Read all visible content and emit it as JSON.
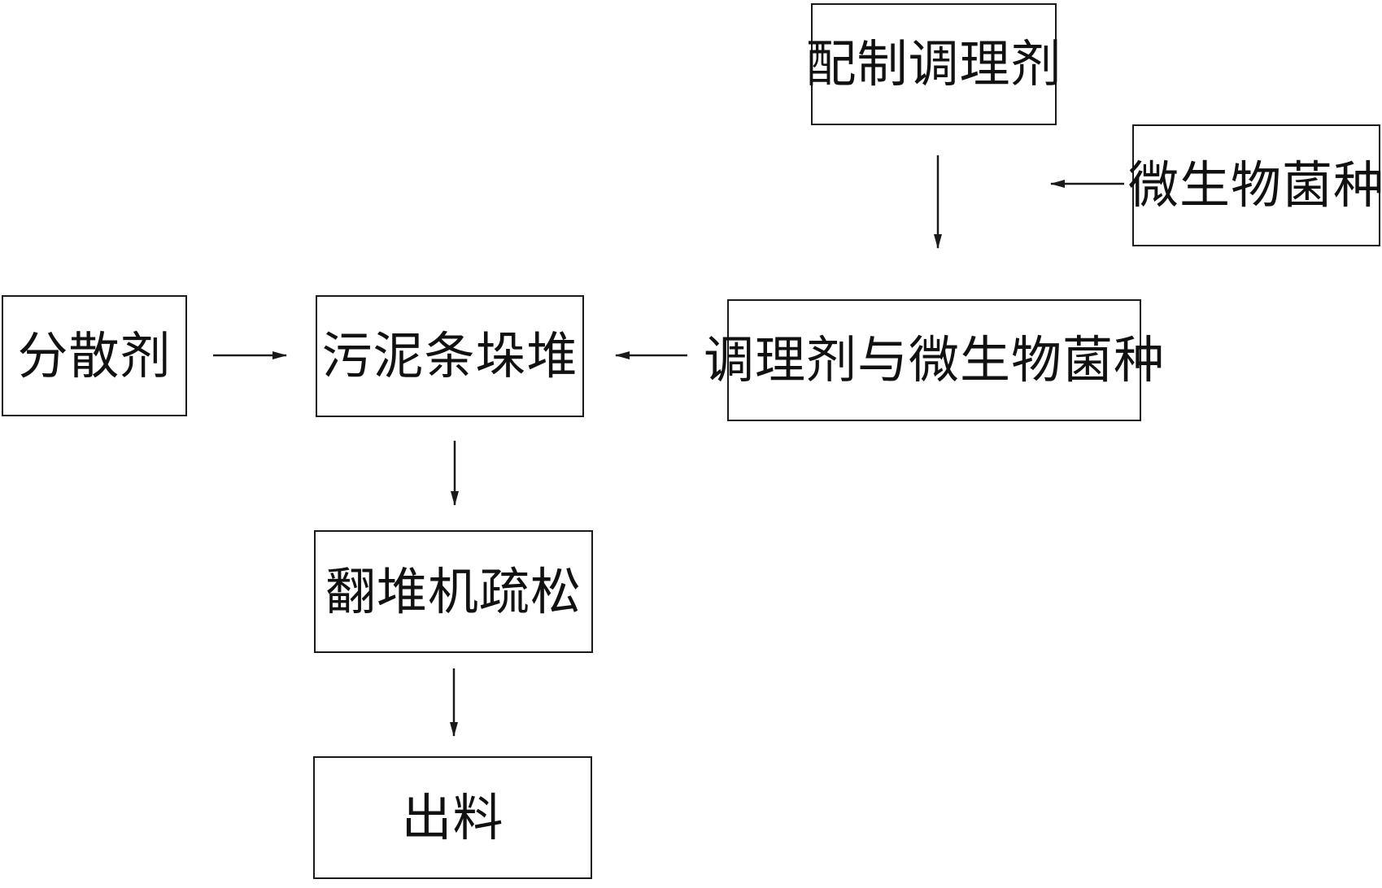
{
  "boxes": {
    "prepare_conditioner": "配制调理剂",
    "microbial_strain": "微生物菌种",
    "dispersant": "分散剂",
    "sludge_windrow": "污泥条垛堆",
    "conditioner_and_strain": "调理剂与微生物菌种",
    "turner_loosening": "翻堆机疏松",
    "discharge": "出料"
  }
}
